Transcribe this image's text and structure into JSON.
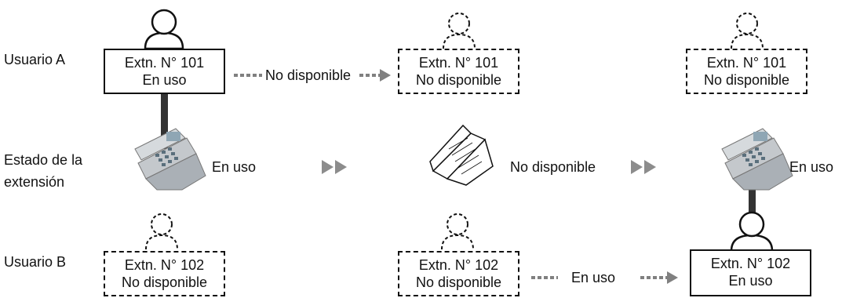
{
  "rows": {
    "user_a": "Usuario A",
    "status": "Estado de la\nextensión",
    "user_b": "Usuario B"
  },
  "user_a": {
    "stage1": {
      "ext": "Extn. N° 101",
      "state": "En uso"
    },
    "arrow_label": "No disponible",
    "stage2": {
      "ext": "Extn. N° 101",
      "state": "No disponible"
    },
    "stage3": {
      "ext": "Extn. N° 101",
      "state": "No disponible"
    }
  },
  "extension_status": {
    "stage1": "En uso",
    "stage2": "No disponible",
    "stage3": "En uso"
  },
  "user_b": {
    "stage1": {
      "ext": "Extn. N° 102",
      "state": "No disponible"
    },
    "stage2": {
      "ext": "Extn. N° 102",
      "state": "No disponible"
    },
    "arrow_label": "En uso",
    "stage3": {
      "ext": "Extn. N° 102",
      "state": "En uso"
    }
  },
  "colors": {
    "arrow": "#808080",
    "phone": "#b8bcc0",
    "line": "#333333"
  }
}
